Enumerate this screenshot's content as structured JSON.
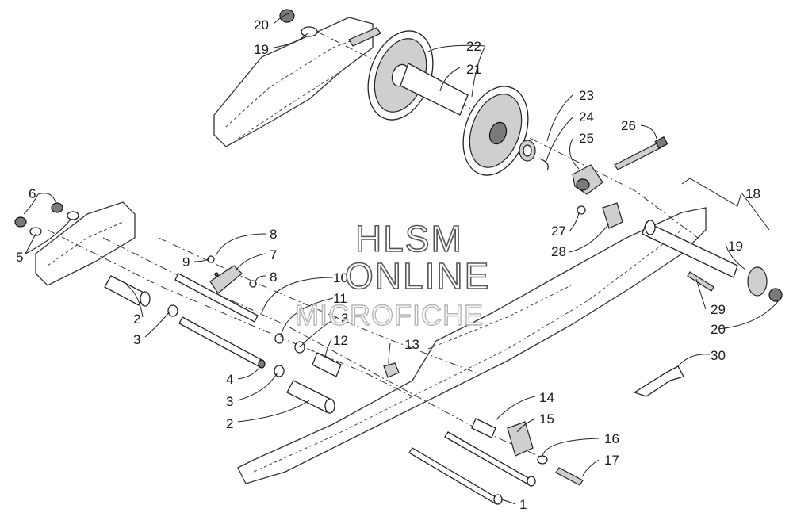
{
  "watermark": {
    "line1": "HLSM",
    "line2": "ONLINE",
    "line3": "MICROFICHE"
  },
  "callouts": {
    "c20_top": "20",
    "c19_top": "19",
    "c22": "22",
    "c21": "21",
    "c23": "23",
    "c24": "24",
    "c25": "25",
    "c26": "26",
    "c18": "18",
    "c6": "6",
    "c5": "5",
    "c8_top": "8",
    "c7": "7",
    "c9": "9",
    "c8_bot": "8",
    "c10": "10",
    "c11": "11",
    "c3_mid": "3",
    "c12": "12",
    "c2_top": "2",
    "c3_left": "3",
    "c13": "13",
    "c27": "27",
    "c28": "28",
    "c19_right": "19",
    "c29": "29",
    "c20_right": "20",
    "c30": "30",
    "c4": "4",
    "c3_bot": "3",
    "c2_bot": "2",
    "c14": "14",
    "c15": "15",
    "c16": "16",
    "c17": "17",
    "c1": "1"
  }
}
